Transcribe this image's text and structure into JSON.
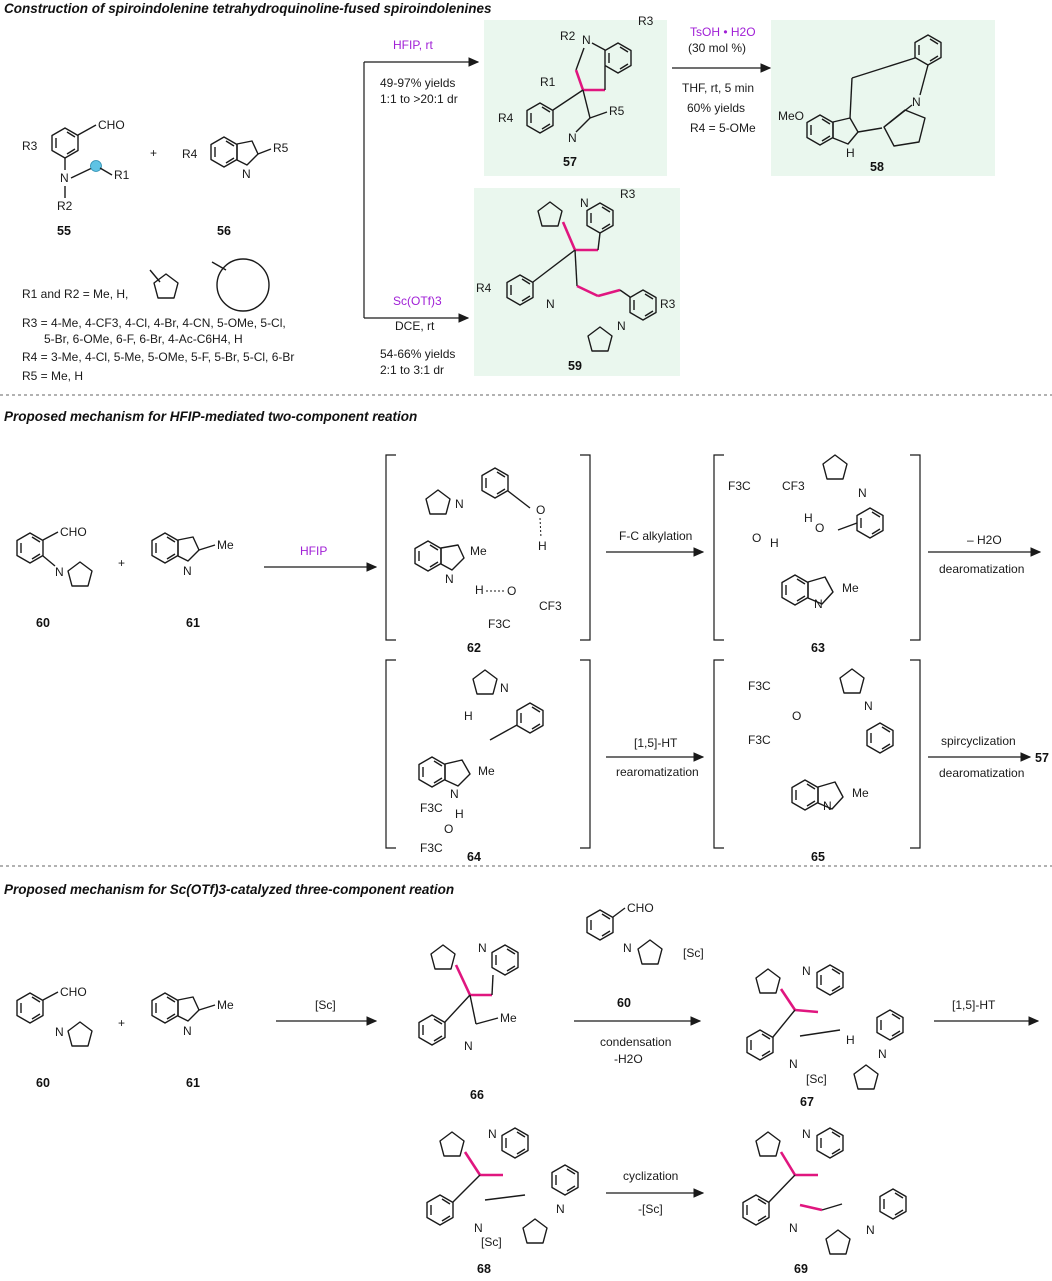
{
  "section1": {
    "title": "Construction of spiroindolenine tetrahydroquinoline-fused spiroindolenines"
  },
  "section2": {
    "title": "Proposed mechanism for HFIP-mediated two-component reation"
  },
  "section3": {
    "title": "Proposed mechanism for Sc(OTf)3-catalyzed three-component reation"
  },
  "compounds": {
    "c55": "55",
    "c56": "56",
    "c57": "57",
    "c58": "58",
    "c59": "59",
    "c60": "60",
    "c61": "61",
    "c62": "62",
    "c63": "63",
    "c64": "64",
    "c65": "65",
    "c66": "66",
    "c67": "67",
    "c68": "68",
    "c69": "69",
    "c57b": "57",
    "c60b": "60"
  },
  "conditions": {
    "hfip_rt": "HFIP, rt",
    "yield_57": "49-97% yields",
    "dr_57": "1:1 to >20:1 dr",
    "tsoh": "TsOH • H2O",
    "tsoh_mol": "(30 mol %)",
    "thf": "THF, rt, 5 min",
    "yield_58": "60% yields",
    "r4_58": "R4 = 5-OMe",
    "scotf": "Sc(OTf)3",
    "dce": "DCE, rt",
    "yield_59": "54-66% yields",
    "dr_59": "2:1 to 3:1 dr",
    "hfip": "HFIP",
    "fc": "F-C alkylation",
    "minus_h2o": "– H2O",
    "dearom1": "dearomatization",
    "ht15": "[1,5]-HT",
    "rearom": "rearomatization",
    "spiro": "spircyclization",
    "dearom2": "dearomatization",
    "sc1": "[Sc]",
    "sc_cat": "[Sc]",
    "condensation": "condensation",
    "minus_h2o_b": "-H2O",
    "ht15b": "[1,5]-HT",
    "cyclization": "cyclization",
    "minus_sc": "-[Sc]"
  },
  "substituents": {
    "r1r2": "R1 and  R2 = Me, H,",
    "r3a": "R3 = 4-Me, 4-CF3, 4-Cl, 4-Br, 4-CN, 5-OMe, 5-Cl,",
    "r3b": "5-Br, 6-OMe, 6-F, 6-Br, 4-Ac-C6H4, H",
    "r4": "R4 = 3-Me, 4-Cl, 5-Me, 5-OMe, 5-F, 5-Br, 5-Cl, 6-Br",
    "r5": "R5 = Me, H"
  },
  "atoms": {
    "cho": "CHO",
    "n": "N",
    "nh": "H",
    "r1": "R1",
    "r2": "R2",
    "r3": "R3",
    "r4": "R4",
    "r5": "R5",
    "me": "Me",
    "meo": "MeO",
    "o": "O",
    "h": "H",
    "f3c": "F3C",
    "cf3": "CF3",
    "sc": "[Sc]",
    "plus": "+"
  },
  "colors": {
    "highlight_bg": "#eaf7ee",
    "bond_highlight": "#e0167f",
    "condition_text": "#a01fd6"
  }
}
